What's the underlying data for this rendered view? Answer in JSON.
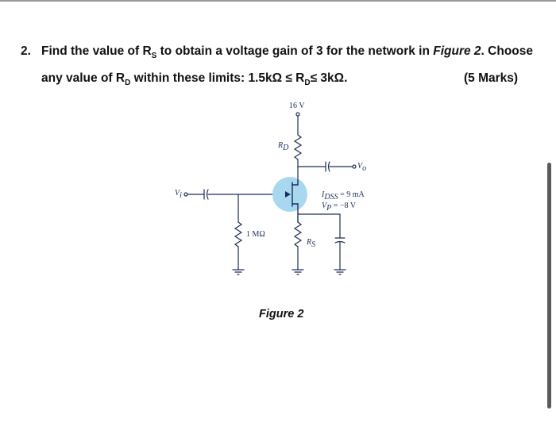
{
  "question": {
    "number": "2.",
    "line1_a": "Find the value of R",
    "line1_a_sub": "S",
    "line1_b": " to obtain a voltage gain of 3 for the network in ",
    "line1_fig": "Figure 2",
    "line1_c": ". Choose",
    "line2_a": "any value of R",
    "line2_a_sub": "D",
    "line2_b": " within these limits: 1.5kΩ ≤ R",
    "line2_b_sub": "D",
    "line2_c": "≤ 3kΩ.",
    "marks": "(5 Marks)"
  },
  "figure": {
    "supply": "16 V",
    "rd_label": "R",
    "rd_sub": "D",
    "vi_label": "V",
    "vi_sub": "i",
    "vo_label": "V",
    "vo_sub": "o",
    "rg_label": "1 MΩ",
    "rs_label": "R",
    "rs_sub": "S",
    "idss_label": "I",
    "idss_sub": "DSS",
    "idss_value": " = 9 mA",
    "vp_label": "V",
    "vp_sub": "P",
    "vp_value": " = −8 V",
    "caption": "Figure 2",
    "transistor_highlight_color": "#a8d8f0"
  }
}
